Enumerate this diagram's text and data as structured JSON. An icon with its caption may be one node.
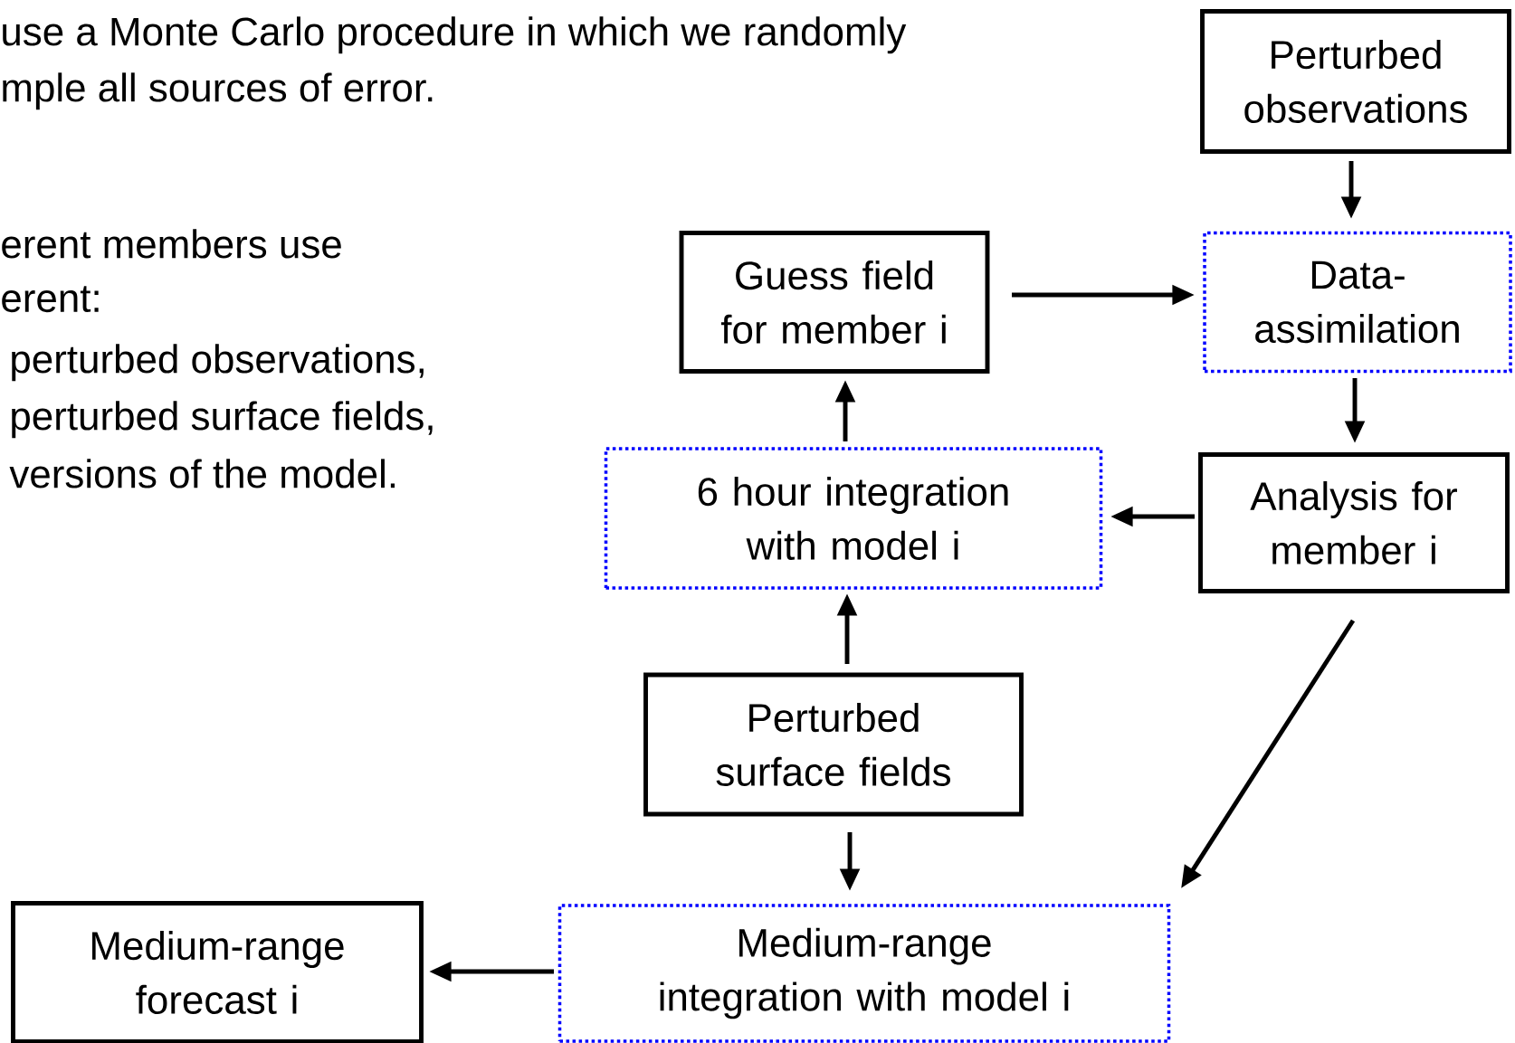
{
  "diagram": {
    "nodes": [
      {
        "text": [
          "Perturbed observations"
        ]
      },
      {
        "text": [
          "Guess field for member i"
        ]
      },
      {
        "text": [
          "Data-assimilation"
        ]
      },
      {
        "text": [
          "6 hour integration with model i"
        ]
      },
      {
        "text": [
          "Analysis for member i"
        ]
      },
      {
        "text": [
          "Perturbed surface fields"
        ]
      },
      {
        "text": [
          "Medium-range integration with model i"
        ]
      },
      {
        "text": [
          "Medium-range forecast i"
        ]
      }
    ],
    "edges": [
      {
        "from": 0,
        "to": 2,
        "arrow": "to"
      },
      {
        "from": 1,
        "to": 2,
        "arrow": "to"
      },
      {
        "from": 2,
        "to": 4,
        "arrow": "to"
      },
      {
        "from": 4,
        "to": 3,
        "arrow": "to"
      },
      {
        "from": 3,
        "to": 1,
        "arrow": "to"
      },
      {
        "from": 5,
        "to": 3,
        "arrow": "to"
      },
      {
        "from": 5,
        "to": 6,
        "arrow": "to"
      },
      {
        "from": 4,
        "to": 6,
        "arrow": "to"
      },
      {
        "from": 6,
        "to": 7,
        "arrow": "to"
      }
    ],
    "labels": [
      "use a Monte Carlo procedure in which we randomly",
      "mple all sources of error.",
      "erent members use",
      "erent:",
      "perturbed observations,",
      "perturbed surface fields,",
      "versions of the model."
    ]
  }
}
